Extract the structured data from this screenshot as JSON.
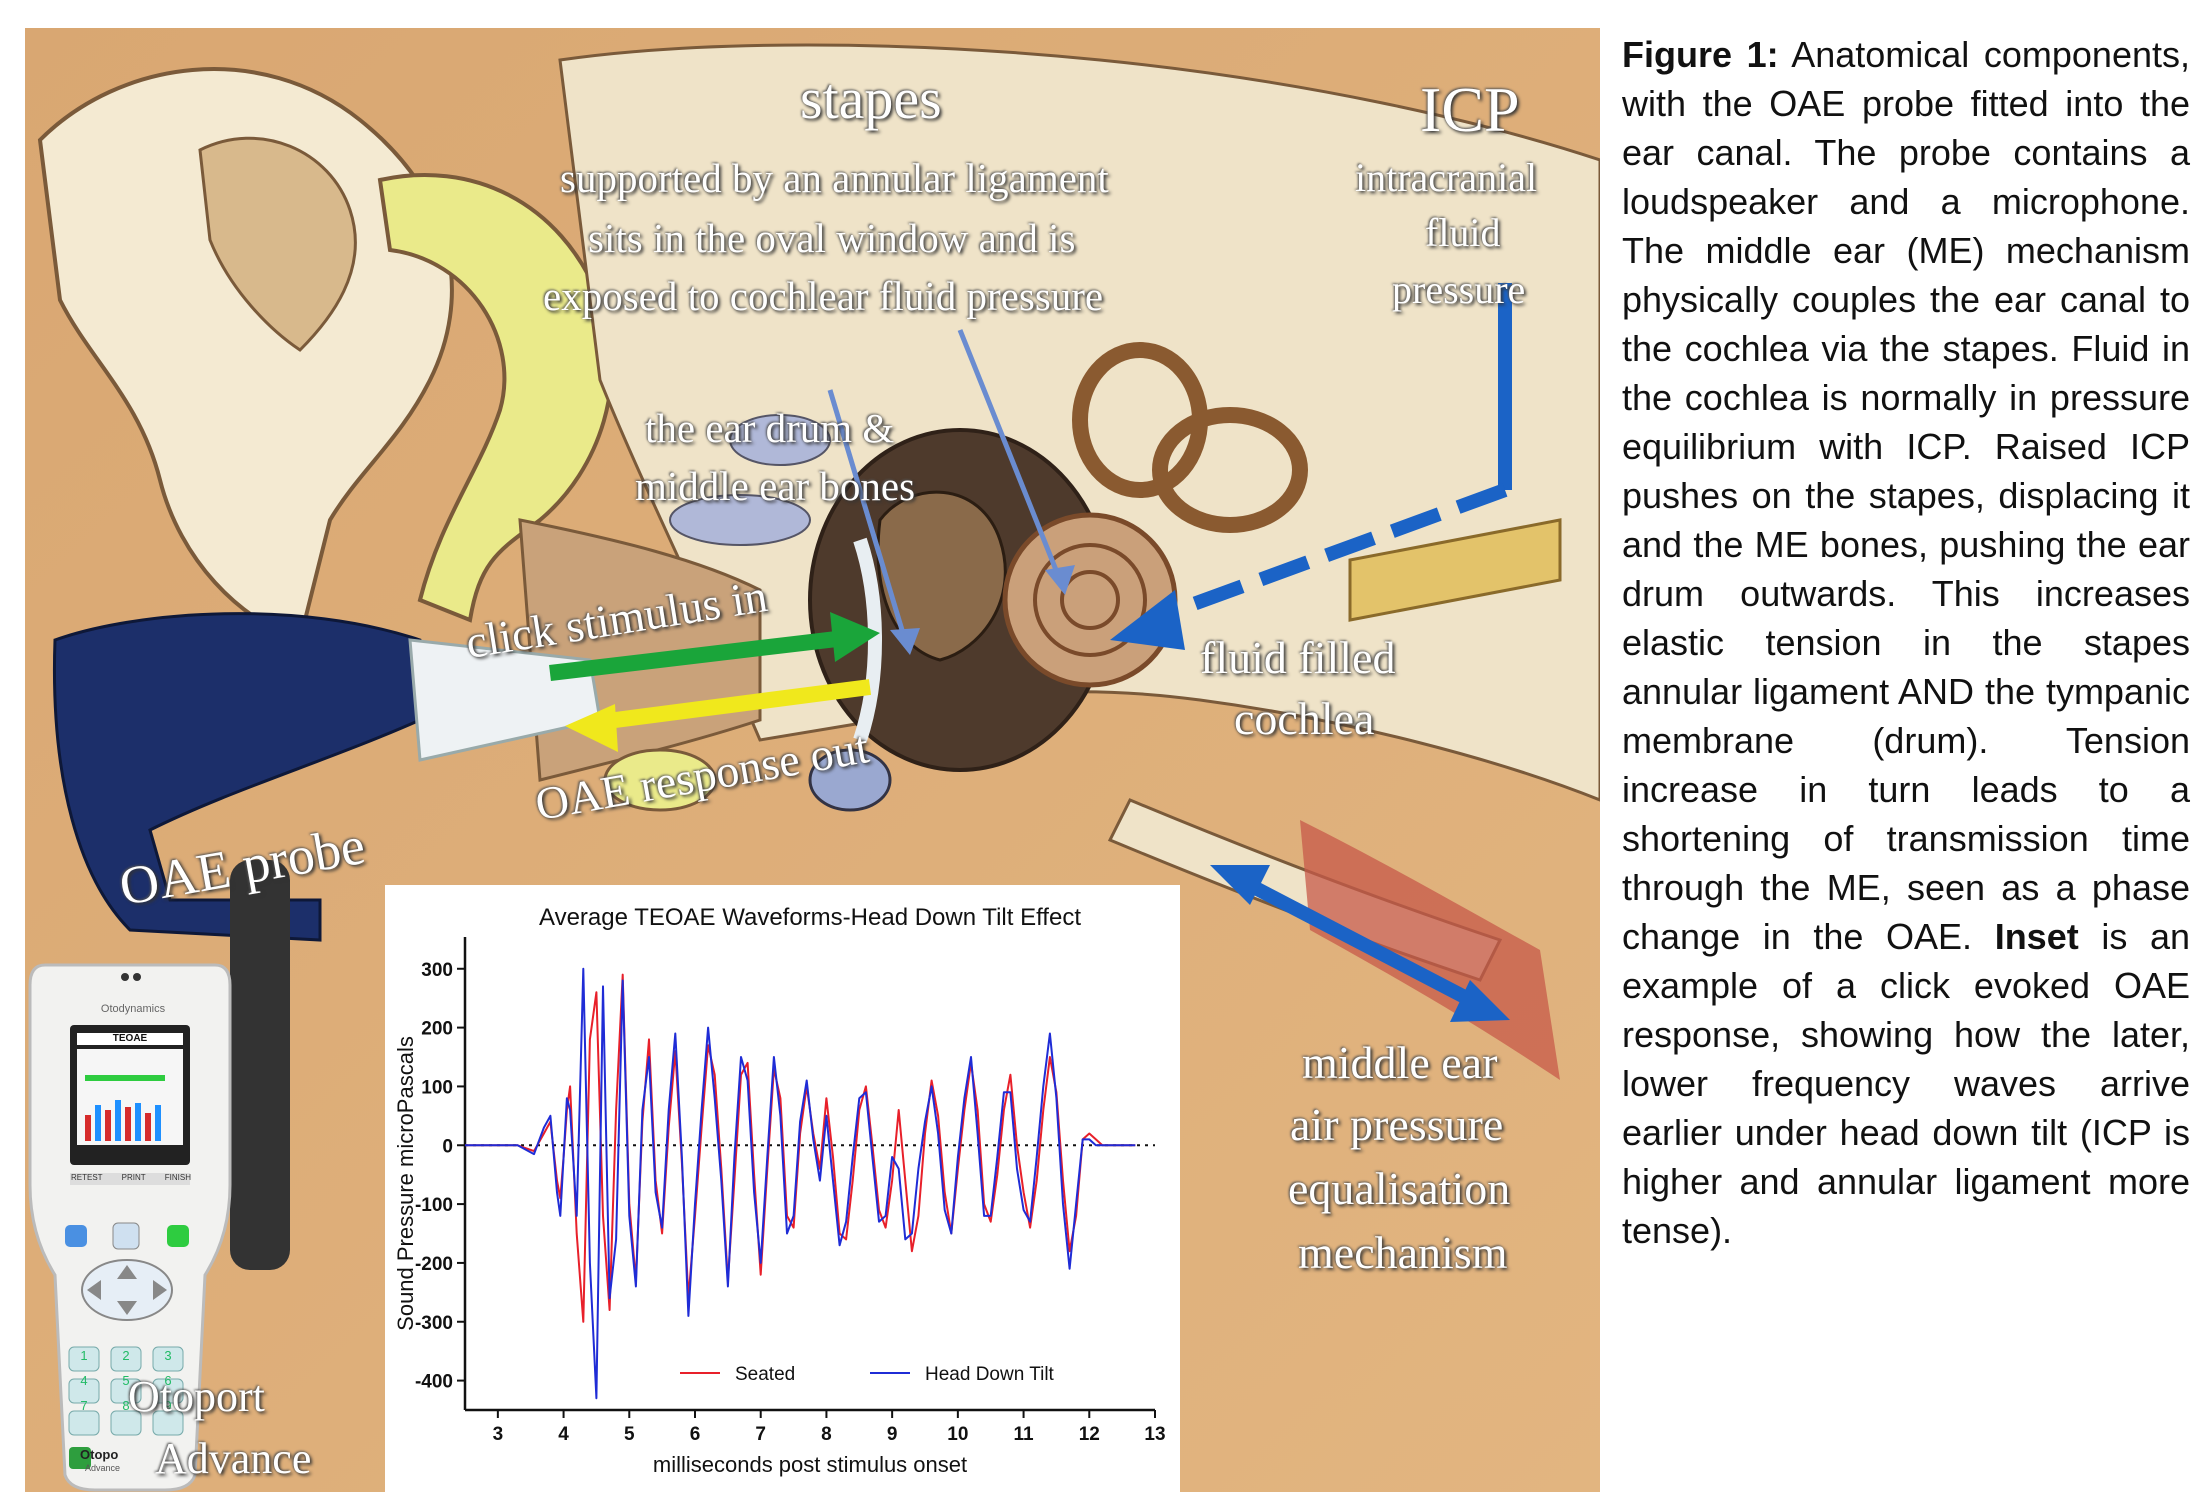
{
  "labels": {
    "stapes": "stapes",
    "stapes_desc_1": "supported by an annular ligament",
    "stapes_desc_2": "sits in the oval window and is",
    "stapes_desc_3": "exposed to cochlear fluid pressure",
    "icp": "ICP",
    "icp_desc_1": "intracranial",
    "icp_desc_2": "fluid",
    "icp_desc_3": "pressure",
    "ear_drum_1": "the ear drum &",
    "ear_drum_2": "middle ear bones",
    "click_in": "click stimulus in",
    "oae_out": "OAE response out",
    "fluid_cochlea_1": "fluid filled",
    "fluid_cochlea_2": "cochlea",
    "oae_probe": "OAE probe",
    "mid_ear_1": "middle ear",
    "mid_ear_2": "air pressure",
    "mid_ear_3": "equalisation",
    "mid_ear_4": "mechanism",
    "otoport_1": "Otoport",
    "otoport_2": "Advance"
  },
  "device": {
    "brand": "Otodynamics",
    "screen_title": "TEOAE",
    "buttons": [
      "RETEST",
      "PRINT",
      "FINISH"
    ],
    "keypad": [
      "1",
      "2",
      "3",
      "4",
      "5",
      "6",
      "7",
      "8",
      "9"
    ],
    "logo_1": "Otopo",
    "logo_2": "Advance"
  },
  "caption": {
    "fig_label": "Figure 1:",
    "text_1": " Anatomical components, with the OAE probe fitted into the ear canal. The probe contains a loudspeaker and a microphone. The middle ear (ME) mechanism physically couples the ear canal to the cochlea via the stapes. Fluid in the cochlea is normally in pressure equilibrium with ICP. Raised ICP pushes on the stapes, displacing it and the ME bones, pushing the ear drum outwards. This increases elastic tension in the stapes annular ligament AND the tympanic membrane (drum). Tension increase in turn leads to a shortening of transmission time through the ME, seen as a phase change in the OAE. ",
    "inset_label": "Inset",
    "text_2": " is an example of a click evoked OAE response, showing how the later, lower frequency waves arrive earlier under head down tilt (ICP is higher and annular ligament more tense)."
  },
  "chart_data": {
    "type": "line",
    "title": "Average TEOAE Waveforms-Head Down Tilt Effect",
    "xlabel": "milliseconds post stimulus onset",
    "ylabel": "Sound Pressure microPascals",
    "xlim": [
      2.5,
      13
    ],
    "ylim": [
      -450,
      320
    ],
    "xticks": [
      "3",
      "4",
      "5",
      "6",
      "7",
      "8",
      "9",
      "10",
      "11",
      "12",
      "13"
    ],
    "yticks": [
      "300",
      "200",
      "100",
      "0",
      "-100",
      "-200",
      "-300",
      "-400"
    ],
    "legend_position": "bottom",
    "zero_line": "dotted",
    "series": [
      {
        "name": "Seated",
        "color": "#e8202a",
        "x": [
          2.5,
          3.3,
          3.55,
          3.7,
          3.8,
          3.9,
          3.95,
          4.0,
          4.05,
          4.1,
          4.2,
          4.3,
          4.4,
          4.5,
          4.6,
          4.7,
          4.8,
          4.9,
          5.0,
          5.1,
          5.2,
          5.3,
          5.4,
          5.5,
          5.6,
          5.7,
          5.8,
          5.9,
          6.0,
          6.1,
          6.2,
          6.3,
          6.4,
          6.5,
          6.6,
          6.7,
          6.8,
          6.9,
          7.0,
          7.1,
          7.2,
          7.3,
          7.4,
          7.5,
          7.6,
          7.7,
          7.8,
          7.9,
          8.0,
          8.1,
          8.2,
          8.3,
          8.4,
          8.5,
          8.6,
          8.7,
          8.8,
          8.9,
          9.0,
          9.1,
          9.2,
          9.3,
          9.4,
          9.5,
          9.6,
          9.7,
          9.8,
          9.9,
          10.0,
          10.1,
          10.2,
          10.3,
          10.4,
          10.5,
          10.6,
          10.7,
          10.8,
          10.9,
          11.0,
          11.1,
          11.2,
          11.3,
          11.4,
          11.5,
          11.6,
          11.7,
          11.8,
          11.9,
          12.0,
          12.1,
          12.2,
          12.3,
          12.5,
          12.7
        ],
        "y": [
          0,
          0,
          -10,
          20,
          40,
          -60,
          -90,
          -20,
          60,
          100,
          -150,
          -300,
          180,
          260,
          -120,
          -280,
          60,
          290,
          -100,
          -230,
          40,
          180,
          -60,
          -150,
          30,
          160,
          -30,
          -260,
          -120,
          30,
          170,
          120,
          -40,
          -230,
          -60,
          120,
          140,
          -50,
          -220,
          -40,
          130,
          80,
          -120,
          -140,
          20,
          100,
          20,
          -40,
          80,
          -20,
          -150,
          -160,
          -60,
          60,
          100,
          0,
          -110,
          -140,
          -60,
          60,
          -60,
          -180,
          -120,
          20,
          110,
          50,
          -80,
          -150,
          -40,
          60,
          140,
          60,
          -100,
          -130,
          -50,
          60,
          120,
          0,
          -80,
          -140,
          -60,
          60,
          150,
          90,
          -60,
          -180,
          -120,
          10,
          20,
          10,
          0,
          0,
          0,
          0
        ]
      },
      {
        "name": "Head Down Tilt",
        "color": "#1f2cd6",
        "x": [
          2.5,
          3.3,
          3.55,
          3.7,
          3.8,
          3.9,
          3.95,
          4.0,
          4.05,
          4.1,
          4.2,
          4.3,
          4.4,
          4.5,
          4.6,
          4.7,
          4.8,
          4.9,
          5.0,
          5.1,
          5.2,
          5.3,
          5.4,
          5.5,
          5.6,
          5.7,
          5.8,
          5.9,
          6.0,
          6.1,
          6.2,
          6.3,
          6.4,
          6.5,
          6.6,
          6.7,
          6.8,
          6.9,
          7.0,
          7.1,
          7.2,
          7.3,
          7.4,
          7.5,
          7.6,
          7.7,
          7.8,
          7.9,
          8.0,
          8.1,
          8.2,
          8.3,
          8.4,
          8.5,
          8.6,
          8.7,
          8.8,
          8.9,
          9.0,
          9.1,
          9.2,
          9.3,
          9.4,
          9.5,
          9.6,
          9.7,
          9.8,
          9.9,
          10.0,
          10.1,
          10.2,
          10.3,
          10.4,
          10.5,
          10.6,
          10.7,
          10.8,
          10.9,
          11.0,
          11.1,
          11.2,
          11.3,
          11.4,
          11.5,
          11.6,
          11.7,
          11.8,
          11.9,
          12.0,
          12.1,
          12.2,
          12.3,
          12.5,
          12.7
        ],
        "y": [
          0,
          0,
          -15,
          30,
          50,
          -80,
          -120,
          -20,
          80,
          60,
          -120,
          300,
          -200,
          -430,
          270,
          -260,
          -160,
          280,
          -120,
          -240,
          60,
          150,
          -80,
          -140,
          60,
          190,
          -20,
          -290,
          -100,
          60,
          200,
          80,
          -60,
          -240,
          -20,
          150,
          110,
          -80,
          -200,
          -20,
          150,
          50,
          -150,
          -120,
          40,
          110,
          10,
          -60,
          50,
          -60,
          -170,
          -130,
          -20,
          80,
          90,
          -20,
          -130,
          -120,
          -20,
          -40,
          -160,
          -150,
          -40,
          40,
          100,
          20,
          -110,
          -150,
          -20,
          80,
          150,
          20,
          -120,
          -120,
          -20,
          90,
          90,
          -40,
          -110,
          -130,
          -20,
          100,
          190,
          80,
          -100,
          -210,
          -100,
          10,
          10,
          0,
          0,
          0,
          0,
          0
        ]
      }
    ]
  }
}
